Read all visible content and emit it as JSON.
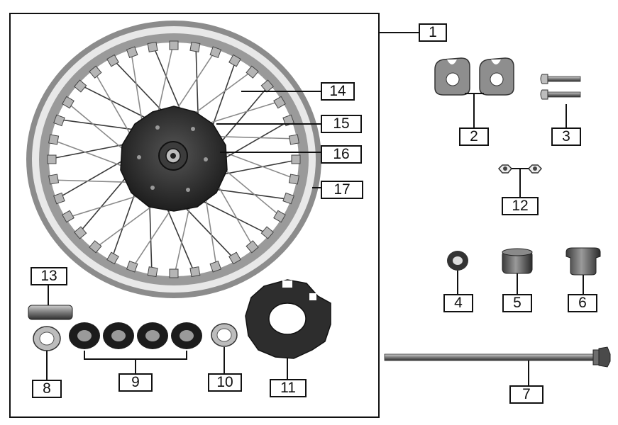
{
  "callouts": {
    "c1": "1",
    "c2": "2",
    "c3": "3",
    "c4": "4",
    "c5": "5",
    "c6": "6",
    "c7": "7",
    "c8": "8",
    "c9": "9",
    "c10": "10",
    "c11": "11",
    "c12": "12",
    "c13": "13",
    "c14": "14",
    "c15": "15",
    "c16": "16",
    "c17": "17"
  },
  "colors": {
    "line": "#111111",
    "part_dark": "#2a2a2a",
    "part_mid": "#707070",
    "part_light": "#c8c8c8",
    "rim": "#9a9a9a"
  }
}
